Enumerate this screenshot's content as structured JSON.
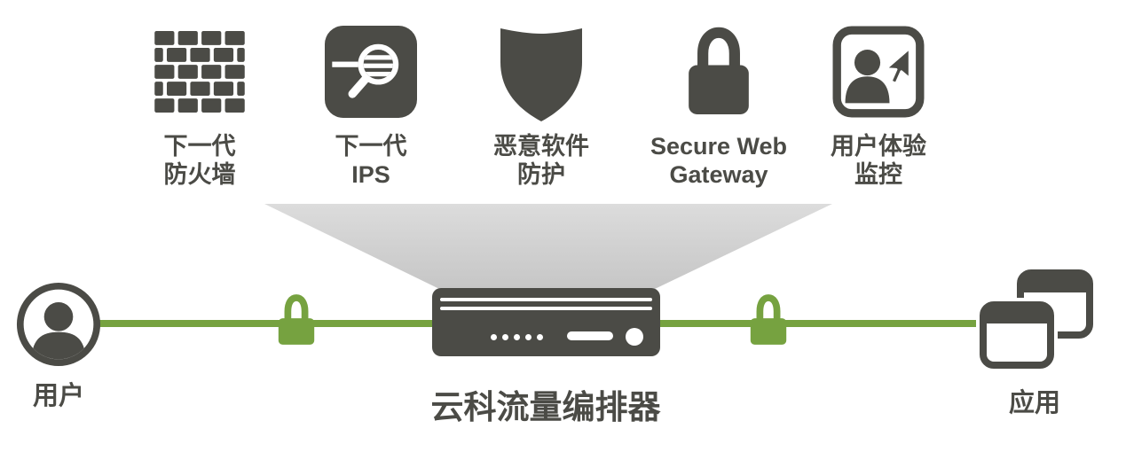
{
  "diagram": {
    "colors": {
      "dark": "#4b4b46",
      "green": "#76a240",
      "funnel_light": "#dcdcdc",
      "funnel_dark": "#c6c6c6"
    },
    "services": [
      {
        "icon": "firewall-bricks-icon",
        "label": "下一代\n防火墙"
      },
      {
        "icon": "magnifier-scan-icon",
        "label": "下一代\nIPS"
      },
      {
        "icon": "shield-icon",
        "label": "恶意软件\n防护"
      },
      {
        "icon": "padlock-icon",
        "label": "Secure Web\nGateway"
      },
      {
        "icon": "user-cursor-icon",
        "label": "用户体验\n监控"
      }
    ],
    "flow": {
      "user": {
        "icon": "person-circle-icon",
        "label": "用户"
      },
      "device": {
        "icon": "network-appliance",
        "label": "云科流量编排器"
      },
      "apps": {
        "icon": "stacked-windows-icon",
        "label": "应用"
      },
      "locks": [
        "green-padlock-icon",
        "green-padlock-icon"
      ]
    }
  }
}
